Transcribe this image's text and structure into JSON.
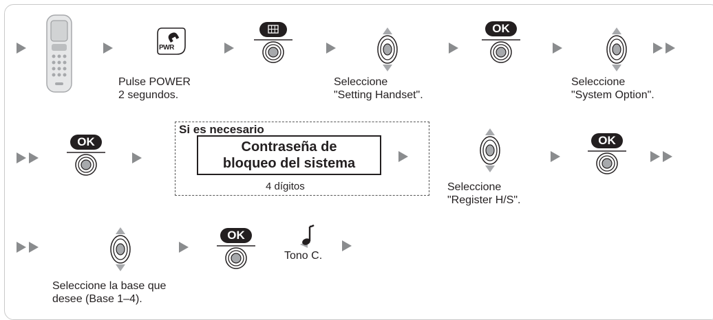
{
  "steps": {
    "power_caption": "Pulse POWER\n2 segundos.",
    "power_key_label": "PWR",
    "select_setting_handset": "Seleccione\n\"Setting Handset\".",
    "select_system_option": "Seleccione\n\"System Option\".",
    "ok_label": "OK",
    "if_needed": "Si es necesario",
    "password_box": "Contraseña de\nbloqueo del sistema",
    "digits": "4 dígitos",
    "select_register": "Seleccione\n\"Register H/S\".",
    "select_base": "Seleccione la base que\ndesee (Base 1–4).",
    "tone": "Tono C."
  },
  "colors": {
    "arrow": "#8a8c8e",
    "ink": "#231f20",
    "key_fill": "#231f20",
    "frame": "#c9c9c9"
  },
  "icons": [
    "handset-icon",
    "power-key-icon",
    "menu-key-icon",
    "navigator-key-icon",
    "ok-key-icon",
    "next-arrow-icon",
    "double-arrow-icon",
    "tone-note-icon"
  ]
}
